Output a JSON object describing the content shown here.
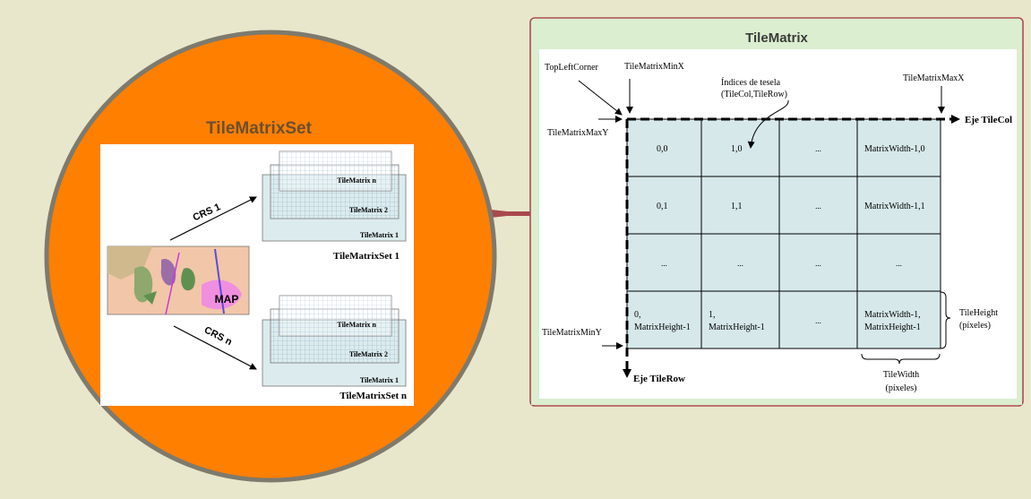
{
  "colors": {
    "background": "#e8e7cb",
    "circle_fill": "#ff7f00",
    "circle_border": "#7d7a6e",
    "panel_border": "#a9484d",
    "panel_header": "#dbeed0",
    "cell_fill": "#d6e8ea"
  },
  "left": {
    "title": "TileMatrixSet",
    "crs_top": "CRS 1",
    "crs_bottom": "CRS n",
    "map_label": "MAP",
    "set_top": {
      "layers": [
        "TileMatrix n",
        "TileMatrix 2",
        "TileMatrix 1"
      ],
      "caption": "TileMatrixSet 1"
    },
    "set_bottom": {
      "layers": [
        "TileMatrix n",
        "TileMatrix 2",
        "TileMatrix 1"
      ],
      "caption": "TileMatrixSet n"
    }
  },
  "right": {
    "title": "TileMatrix",
    "labels": {
      "top_left_corner": "TopLeftCorner",
      "min_x": "TileMatrixMinX",
      "max_x": "TileMatrixMaxX",
      "max_y": "TileMatrixMaxY",
      "min_y": "TileMatrixMinY",
      "indices_line1": "Índices de tesela",
      "indices_line2": "(TileCol,TileRow)",
      "axis_col": "Eje TileCol",
      "axis_row": "Eje TileRow",
      "tile_height_1": "TileHeight",
      "tile_height_2": "(píxeles)",
      "tile_width_1": "TileWidth",
      "tile_width_2": "(píxeles)"
    },
    "grid": [
      [
        [
          "0,0"
        ],
        [
          "1,0"
        ],
        [
          "..."
        ],
        [
          "MatrixWidth-1,0"
        ]
      ],
      [
        [
          "0,1"
        ],
        [
          "1,1"
        ],
        [
          "..."
        ],
        [
          "MatrixWidth-1,1"
        ]
      ],
      [
        [
          "..."
        ],
        [
          "..."
        ],
        [
          "..."
        ],
        [
          "..."
        ]
      ],
      [
        [
          "0,",
          "MatrixHeight-1"
        ],
        [
          "1,",
          "MatrixHeight-1"
        ],
        [
          "..."
        ],
        [
          "MatrixWidth-1,",
          "MatrixHeight-1"
        ]
      ]
    ]
  }
}
